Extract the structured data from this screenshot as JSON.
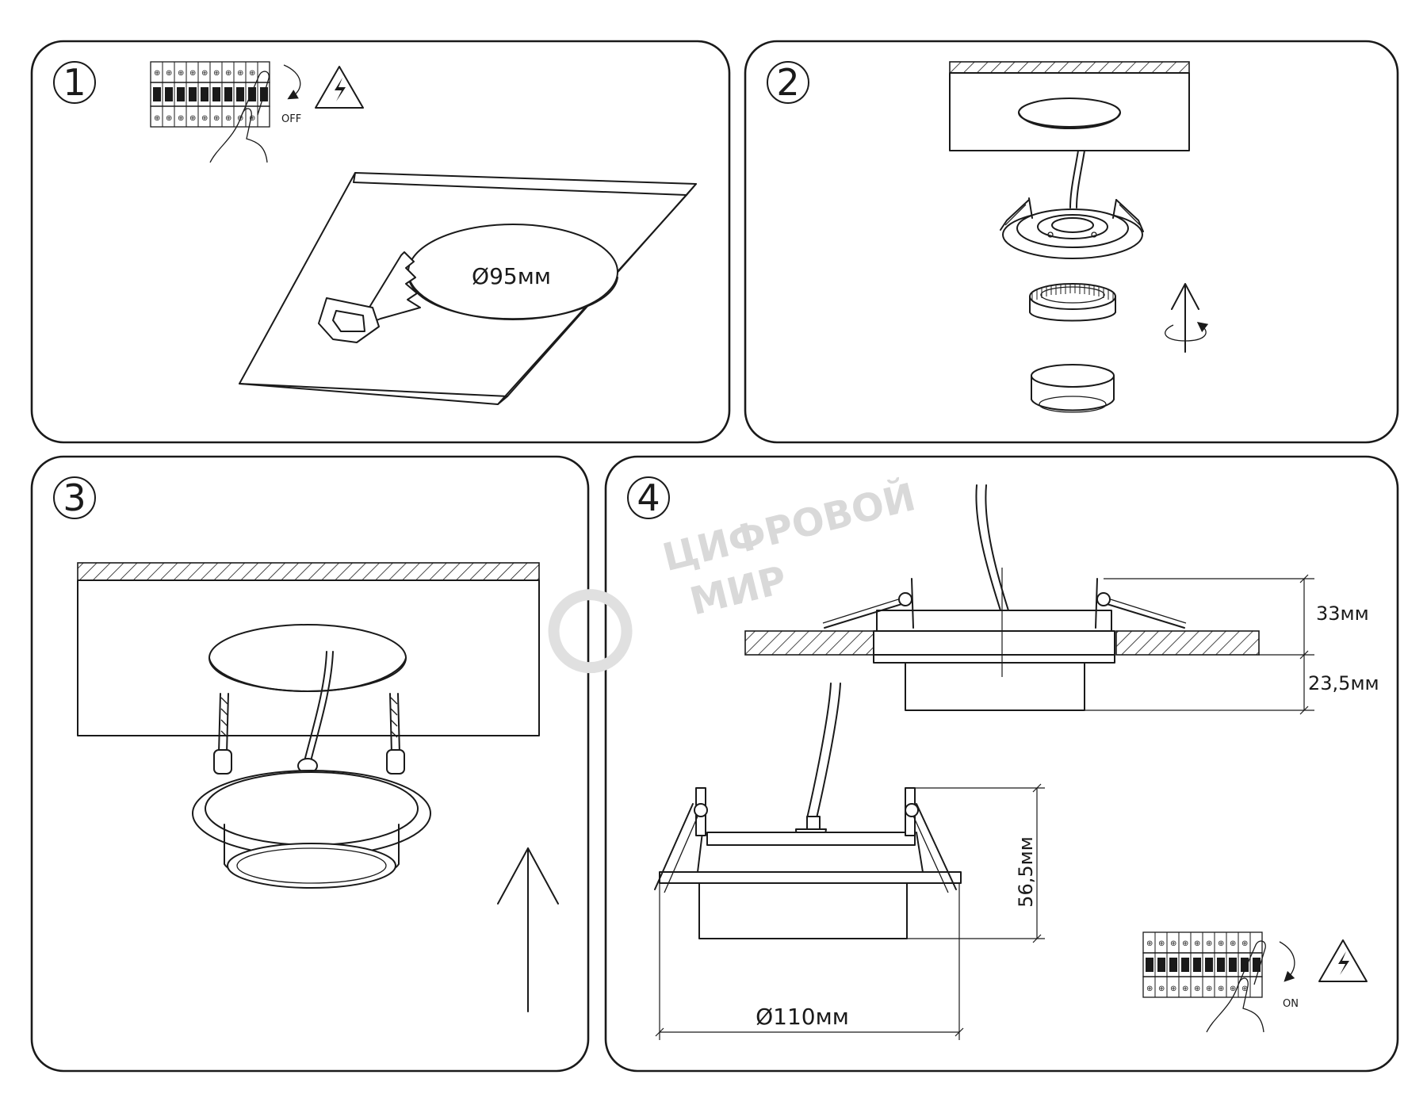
{
  "panels": [
    {
      "number": "1",
      "switch_label": "OFF",
      "hole_diameter": "Ø95мм"
    },
    {
      "number": "2"
    },
    {
      "number": "3"
    },
    {
      "number": "4",
      "height_top": "33мм",
      "height_bottom": "23,5мм",
      "total_height": "56,5мм",
      "outer_diameter": "Ø110мм",
      "switch_label": "ON"
    }
  ],
  "watermark": {
    "line1": "ЦИФРОВОЙ",
    "line2": "МИР"
  },
  "icons": [
    "breaker-panel-icon",
    "hand-icon",
    "high-voltage-warning-icon",
    "saw-icon",
    "rotate-arrow-icon",
    "up-arrow-icon"
  ]
}
